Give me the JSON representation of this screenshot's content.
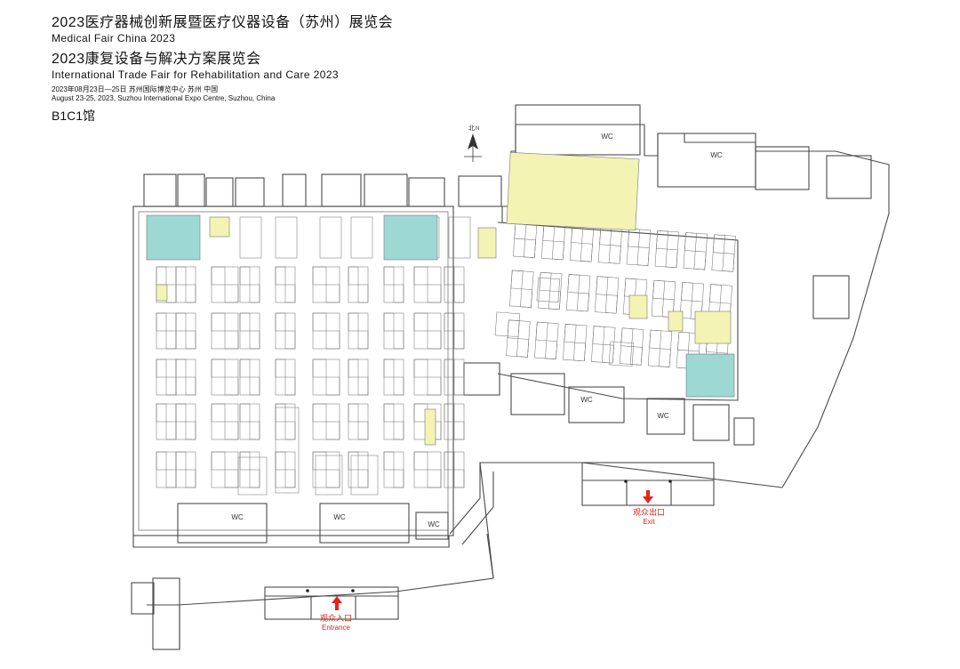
{
  "header": {
    "title_cn_1": "2023医疗器械创新展暨医疗仪器设备（苏州）展览会",
    "title_en_1": "Medical Fair China 2023",
    "title_cn_2": "2023康复设备与解决方案展览会",
    "title_en_2": "International Trade Fair for Rehabilitation and Care 2023",
    "date_cn": "2023年08月23日—25日  苏州国际博览中心  苏州  中国",
    "date_en": "August 23-25, 2023, Suzhou International Expo Centre, Suzhou, China",
    "hall": "B1C1馆"
  },
  "map": {
    "north_label": "北",
    "north_letter": "N",
    "restroom_label": "WC",
    "entrance_cn": "观众入口",
    "entrance_en": "Entrance",
    "exit_cn": "观众出口",
    "exit_en": "Exit",
    "colors": {
      "wall": "#4a4a4a",
      "booth": "#777777",
      "feature_teal": "#9ed8d2",
      "feature_yellow": "#f3f3b3",
      "arrow": "#e1251b"
    }
  }
}
